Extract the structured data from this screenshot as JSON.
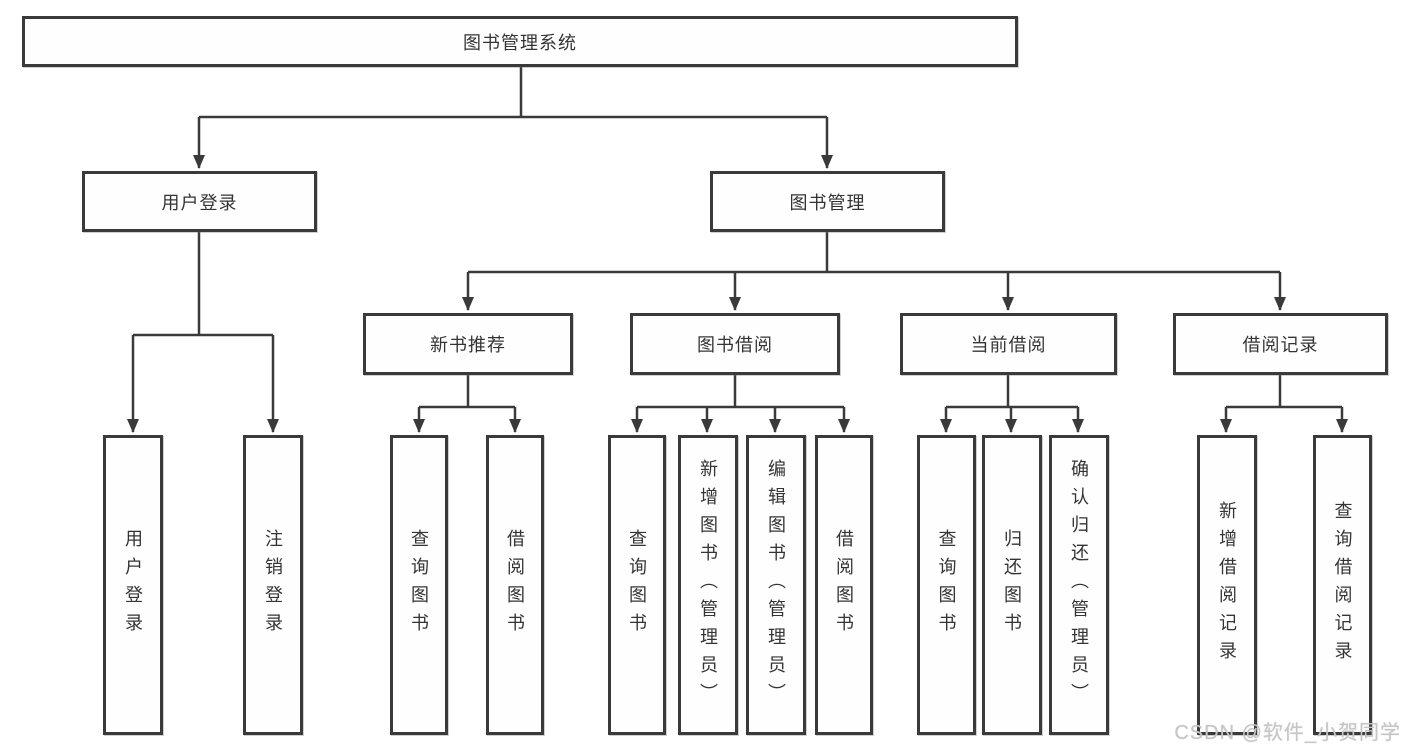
{
  "tree": {
    "label": "图书管理系统",
    "children": [
      {
        "label": "用户登录",
        "children": [
          {
            "label": "用户登录"
          },
          {
            "label": "注销登录"
          }
        ]
      },
      {
        "label": "图书管理",
        "children": [
          {
            "label": "新书推荐",
            "children": [
              {
                "label": "查询图书"
              },
              {
                "label": "借阅图书"
              }
            ]
          },
          {
            "label": "图书借阅",
            "children": [
              {
                "label": "查询图书"
              },
              {
                "label": "新增图书（管理员）"
              },
              {
                "label": "编辑图书（管理员）"
              },
              {
                "label": "借阅图书"
              }
            ]
          },
          {
            "label": "当前借阅",
            "children": [
              {
                "label": "查询图书"
              },
              {
                "label": "归还图书"
              },
              {
                "label": "确认归还（管理员）"
              }
            ]
          },
          {
            "label": "借阅记录",
            "children": [
              {
                "label": "新增借阅记录"
              },
              {
                "label": "查询借阅记录"
              }
            ]
          }
        ]
      }
    ]
  },
  "watermark": {
    "text": "CSDN @软件_小贺同学"
  },
  "colors": {
    "line": "#3a3a3a",
    "box_border": "#3a3a3a",
    "text": "#343434",
    "background": "#ffffff",
    "watermark": "#c6c6c6"
  }
}
